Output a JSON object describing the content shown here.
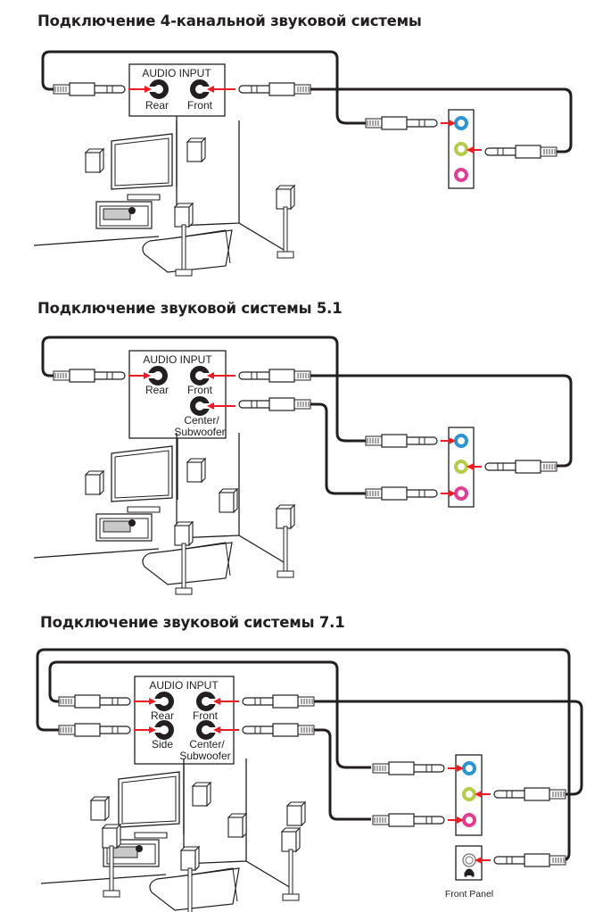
{
  "sections": [
    {
      "title": "Подключение 4-канальной звуковой системы",
      "box_title": "AUDIO INPUT",
      "jacks": [
        "Rear",
        "Front"
      ]
    },
    {
      "title": "Подключение звуковой системы 5.1",
      "box_title": "AUDIO INPUT",
      "jacks": [
        "Rear",
        "Front",
        "Center/",
        "Subwoofer"
      ]
    },
    {
      "title": "Подключение звуковой системы 7.1",
      "box_title": "AUDIO INPUT",
      "jacks": [
        "Rear",
        "Front",
        "Side",
        "Center/",
        "Subwoofer"
      ],
      "front_panel_label": "Front Panel"
    }
  ],
  "colors": {
    "cable": "#231f20",
    "arrow": "#ed1c24",
    "port_blue": "#2b95d3",
    "port_green": "#b5cc4a",
    "port_pink": "#e23d8f",
    "port_front": "#888888"
  }
}
